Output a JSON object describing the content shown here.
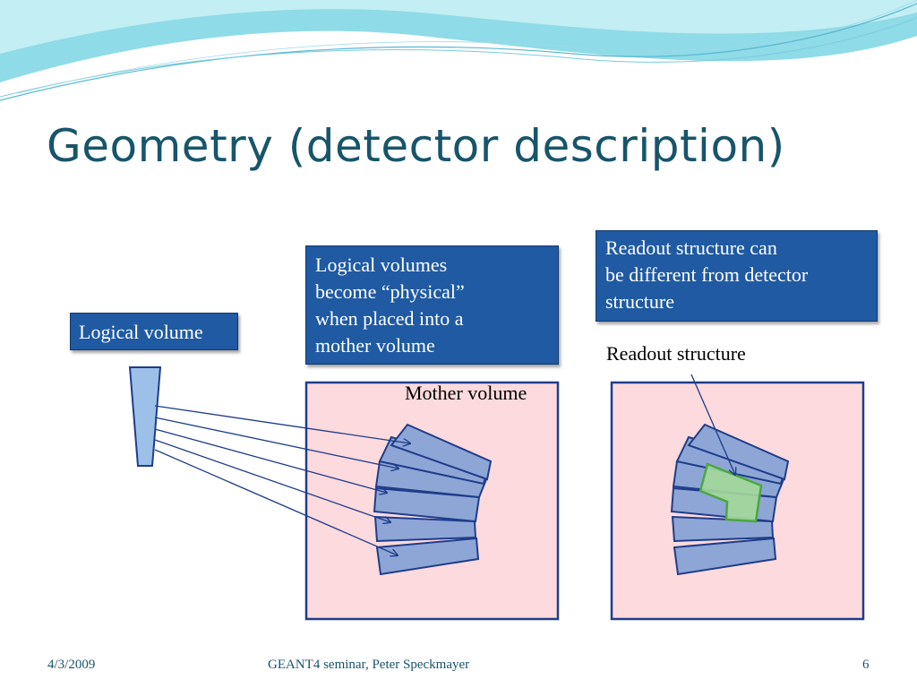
{
  "slide": {
    "title": "Geometry (detector description)",
    "callouts": {
      "logical_volume": "Logical volume",
      "physical_lines": [
        "Logical volumes",
        "become “physical”",
        "when placed into a",
        "mother volume"
      ],
      "readout_lines": [
        "Readout structure can",
        "be different  from detector",
        "structure"
      ]
    },
    "labels": {
      "mother_volume": "Mother volume",
      "readout_structure": "Readout structure"
    },
    "footer": {
      "date": "4/3/2009",
      "center": "GEANT4 seminar, Peter Speckmayer",
      "page": "6"
    }
  },
  "colors": {
    "title": "#17556b",
    "callout_fill": "#1f5aa2",
    "mother_fill": "#fddadd",
    "mother_border": "#1f3d8a",
    "segment_fill": "#8ea6d6",
    "segment_stroke": "#1f3d8a",
    "logical_fill": "#9dc0e8",
    "readout_fill": "#a4d99a",
    "readout_stroke": "#4aa83f",
    "arrow": "#1f3d8a"
  }
}
